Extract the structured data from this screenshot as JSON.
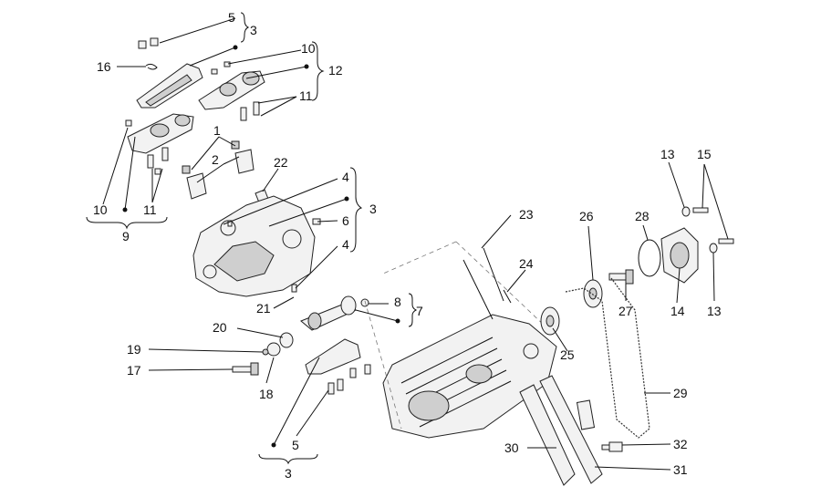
{
  "labels": {
    "l5a": "5",
    "l3a": "3",
    "l16": "16",
    "l10a": "10",
    "l12": "12",
    "l11a": "11",
    "l1": "1",
    "l2": "2",
    "l22": "22",
    "l10b": "10",
    "l11b": "11",
    "l9": "9",
    "l4a": "4",
    "l3b": "3",
    "l6": "6",
    "l4b": "4",
    "l21": "21",
    "l8": "8",
    "l7": "7",
    "l20": "20",
    "l19": "19",
    "l17": "17",
    "l18": "18",
    "l5b": "5",
    "l3c": "3",
    "l23": "23",
    "l24": "24",
    "l26": "26",
    "l28": "28",
    "l13a": "13",
    "l15": "15",
    "l27": "27",
    "l14": "14",
    "l13b": "13",
    "l25": "25",
    "l29": "29",
    "l30": "30",
    "l32": "32",
    "l31": "31"
  }
}
